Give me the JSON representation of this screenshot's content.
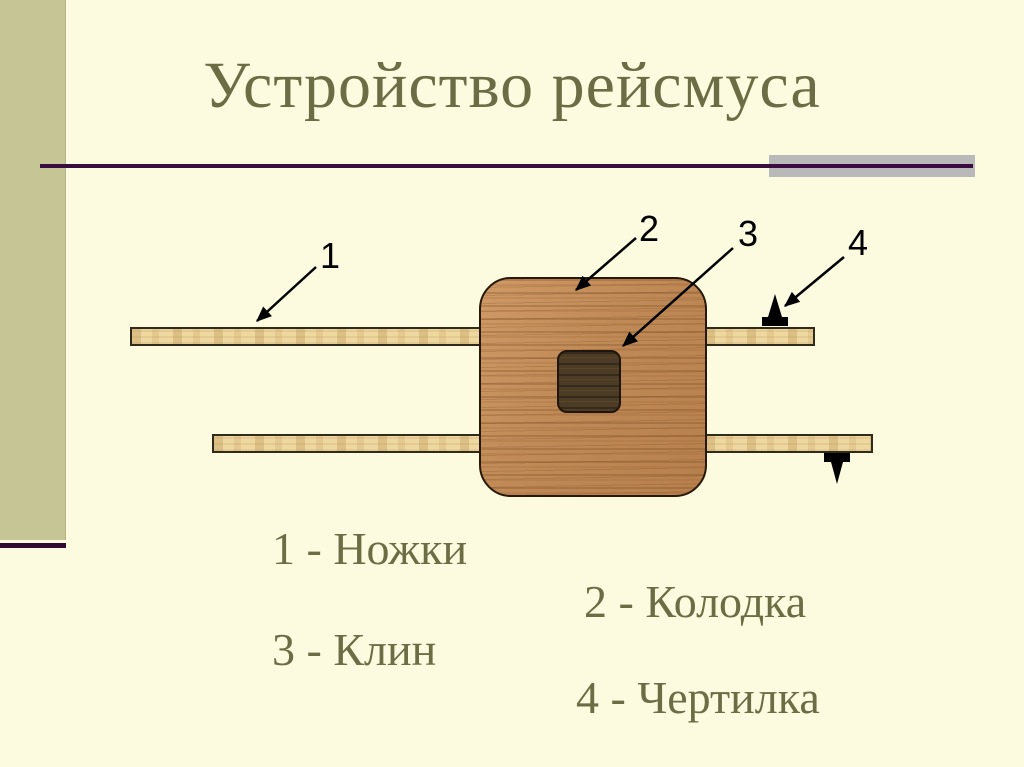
{
  "slide": {
    "title": "Устройство рейсмуса"
  },
  "colors": {
    "background": "#FCFBDF",
    "sidebar_accent": "#C6C596",
    "accent_rule": "#3A0D40",
    "gray_box": "#B9B9B9",
    "heading_text": "#6C6D44",
    "wood_block": "#C08A57",
    "wood_leg": "#EED8A0",
    "wood_wedge": "#4C3C26",
    "annotation": "#000000"
  },
  "diagram": {
    "callouts": [
      {
        "number": "1"
      },
      {
        "number": "2"
      },
      {
        "number": "3"
      },
      {
        "number": "4"
      }
    ]
  },
  "legend": {
    "items": [
      {
        "text": "1 - Ножки"
      },
      {
        "text": "2 - Колодка"
      },
      {
        "text": "3 - Клин"
      },
      {
        "text": "4 - Чертилка"
      }
    ]
  }
}
